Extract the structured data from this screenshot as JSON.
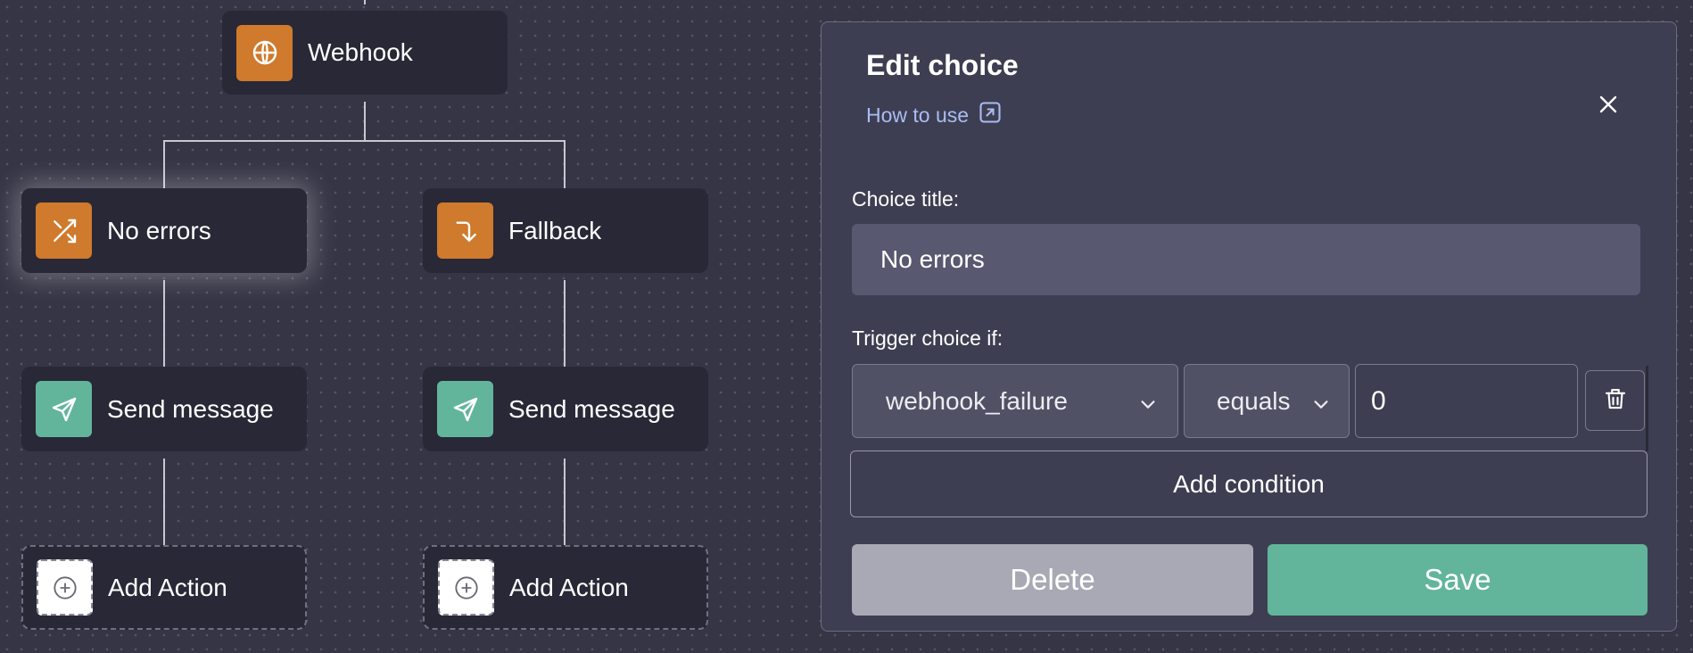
{
  "flow": {
    "trigger": {
      "label": "Webhook",
      "icon": "globe-icon"
    },
    "branches": [
      {
        "choice": {
          "label": "No errors",
          "icon": "shuffle-icon",
          "selected": true
        },
        "action": {
          "label": "Send message",
          "icon": "send-icon"
        },
        "add": {
          "label": "Add Action",
          "icon": "plus-circle-icon"
        }
      },
      {
        "choice": {
          "label": "Fallback",
          "icon": "arrow-turn-down-icon",
          "selected": false
        },
        "action": {
          "label": "Send message",
          "icon": "send-icon"
        },
        "add": {
          "label": "Add Action",
          "icon": "plus-circle-icon"
        }
      }
    ]
  },
  "panel": {
    "title": "Edit choice",
    "how_to_use": "How to use",
    "choice_title_label": "Choice title:",
    "choice_title_value": "No errors",
    "trigger_label": "Trigger choice if:",
    "condition": {
      "variable": "webhook_failure",
      "operator": "equals",
      "value": "0"
    },
    "add_condition": "Add condition",
    "delete": "Delete",
    "save": "Save"
  },
  "colors": {
    "accent_orange": "#cf7a2c",
    "accent_green": "#62b59a",
    "link_blue": "#a9bdf2",
    "canvas_bg": "#353545",
    "node_bg": "#282837",
    "panel_bg": "#3e3e52"
  }
}
